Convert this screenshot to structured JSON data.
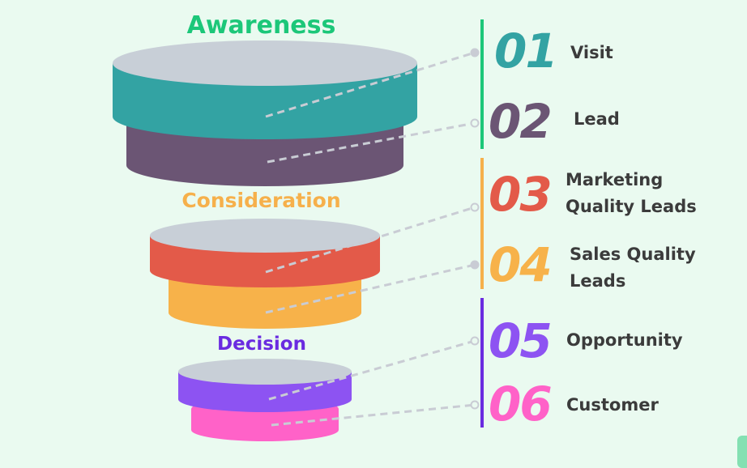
{
  "stages": [
    {
      "id": "awareness",
      "title": "Awareness",
      "color": "#1cc779"
    },
    {
      "id": "consideration",
      "title": "Consideration",
      "color": "#f6b04b"
    },
    {
      "id": "decision",
      "title": "Decision",
      "color": "#6a2be0"
    }
  ],
  "steps": [
    {
      "number": "01",
      "label": "Visit",
      "color": "#33a3a3"
    },
    {
      "number": "02",
      "label": "Lead",
      "color": "#6b5574"
    },
    {
      "number": "03",
      "label": "Marketing Quality Leads",
      "label_lines": [
        "Marketing",
        "Quality Leads"
      ],
      "color": "#e35a49"
    },
    {
      "number": "04",
      "label": "Sales Quality Leads",
      "label_lines": [
        "Sales Quality",
        "Leads"
      ],
      "color": "#f7b24a"
    },
    {
      "number": "05",
      "label": "Opportunity",
      "color": "#8d53f2"
    },
    {
      "number": "06",
      "label": "Customer",
      "color": "#ff62c8"
    }
  ],
  "palette": {
    "background": "#eafaf0",
    "disc_top": "#c8cfd7",
    "connector": "#c9ccd4"
  }
}
